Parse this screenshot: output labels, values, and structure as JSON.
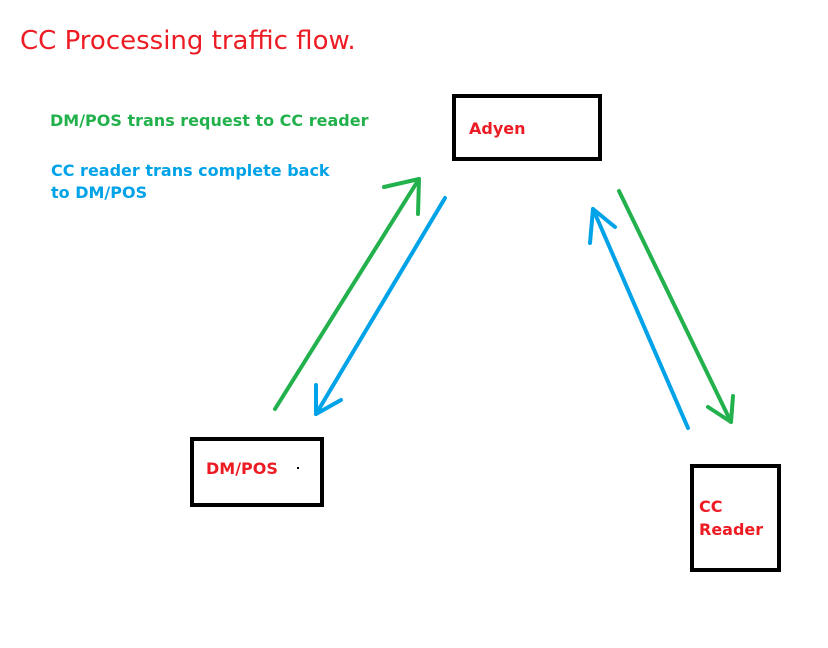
{
  "title": "CC Processing traffic flow.",
  "legend": {
    "green": "DM/POS trans request to CC reader",
    "blue": "CC reader trans complete back to DM/POS"
  },
  "nodes": {
    "adyen": "Adyen",
    "dmpos": "DM/POS",
    "ccreader": "CC Reader"
  },
  "colors": {
    "title": "#ed1c24",
    "node_label": "#ed1c24",
    "request_arrow": "#22b14c",
    "response_arrow": "#00a2e8",
    "box_border": "#000000"
  }
}
